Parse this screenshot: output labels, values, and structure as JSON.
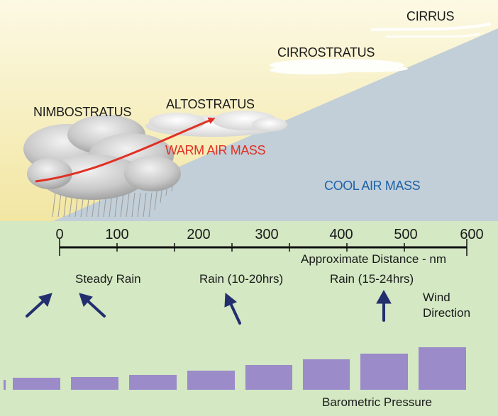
{
  "clouds": {
    "cirrus": "CIRRUS",
    "cirrostratus": "CIRROSTRATUS",
    "nimbostratus": "NIMBOSTRATUS",
    "altostratus": "ALTOSTRATUS"
  },
  "air_masses": {
    "warm": "WARM AIR MASS",
    "cool": "COOL AIR MASS"
  },
  "distance_axis": {
    "ticks": [
      "0",
      "100",
      "200",
      "300",
      "400",
      "500",
      "600"
    ],
    "label": "Approximate Distance - nm"
  },
  "precipitation": {
    "steady": "Steady Rain",
    "rain_10_20": "Rain (10-20hrs)",
    "rain_15_24": "Rain (15-24hrs)"
  },
  "wind": {
    "label_line1": "Wind",
    "label_line2": "Direction"
  },
  "pressure": {
    "label": "Barometric Pressure"
  },
  "colors": {
    "sky_light": "#fbf6d2",
    "sky_yellow": "#f3e9a8",
    "cool_air": "#c2cfd8",
    "ground": "#d3e8c3",
    "warm_arrow": "#e03024",
    "cool_text": "#1e62a8",
    "wind_arrow": "#232e6e",
    "pressure_bar": "#9b8bc9"
  }
}
